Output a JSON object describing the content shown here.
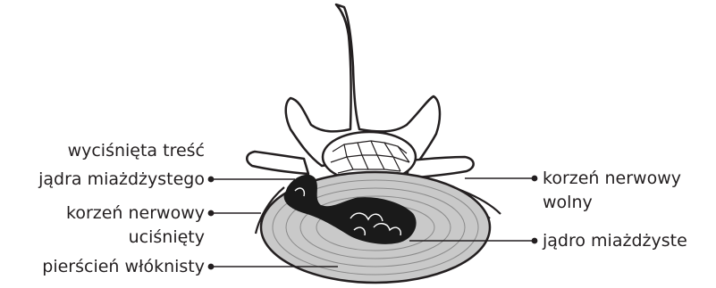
{
  "diagram": {
    "labels": {
      "extruded_content_line1": "wyciśnięta treść",
      "extruded_content_line2": "jądra miażdżystego",
      "compressed_root_line1": "korzeń nerwowy",
      "compressed_root_line2": "uciśnięty",
      "annulus": "pierścień włóknisty",
      "free_root_line1": "korzeń nerwowy",
      "free_root_line2": "wolny",
      "nucleus": "jądro miażdżyste"
    },
    "colors": {
      "ink": "#231f20",
      "disc_fill": "#c9c9c9",
      "background": "#ffffff"
    }
  }
}
